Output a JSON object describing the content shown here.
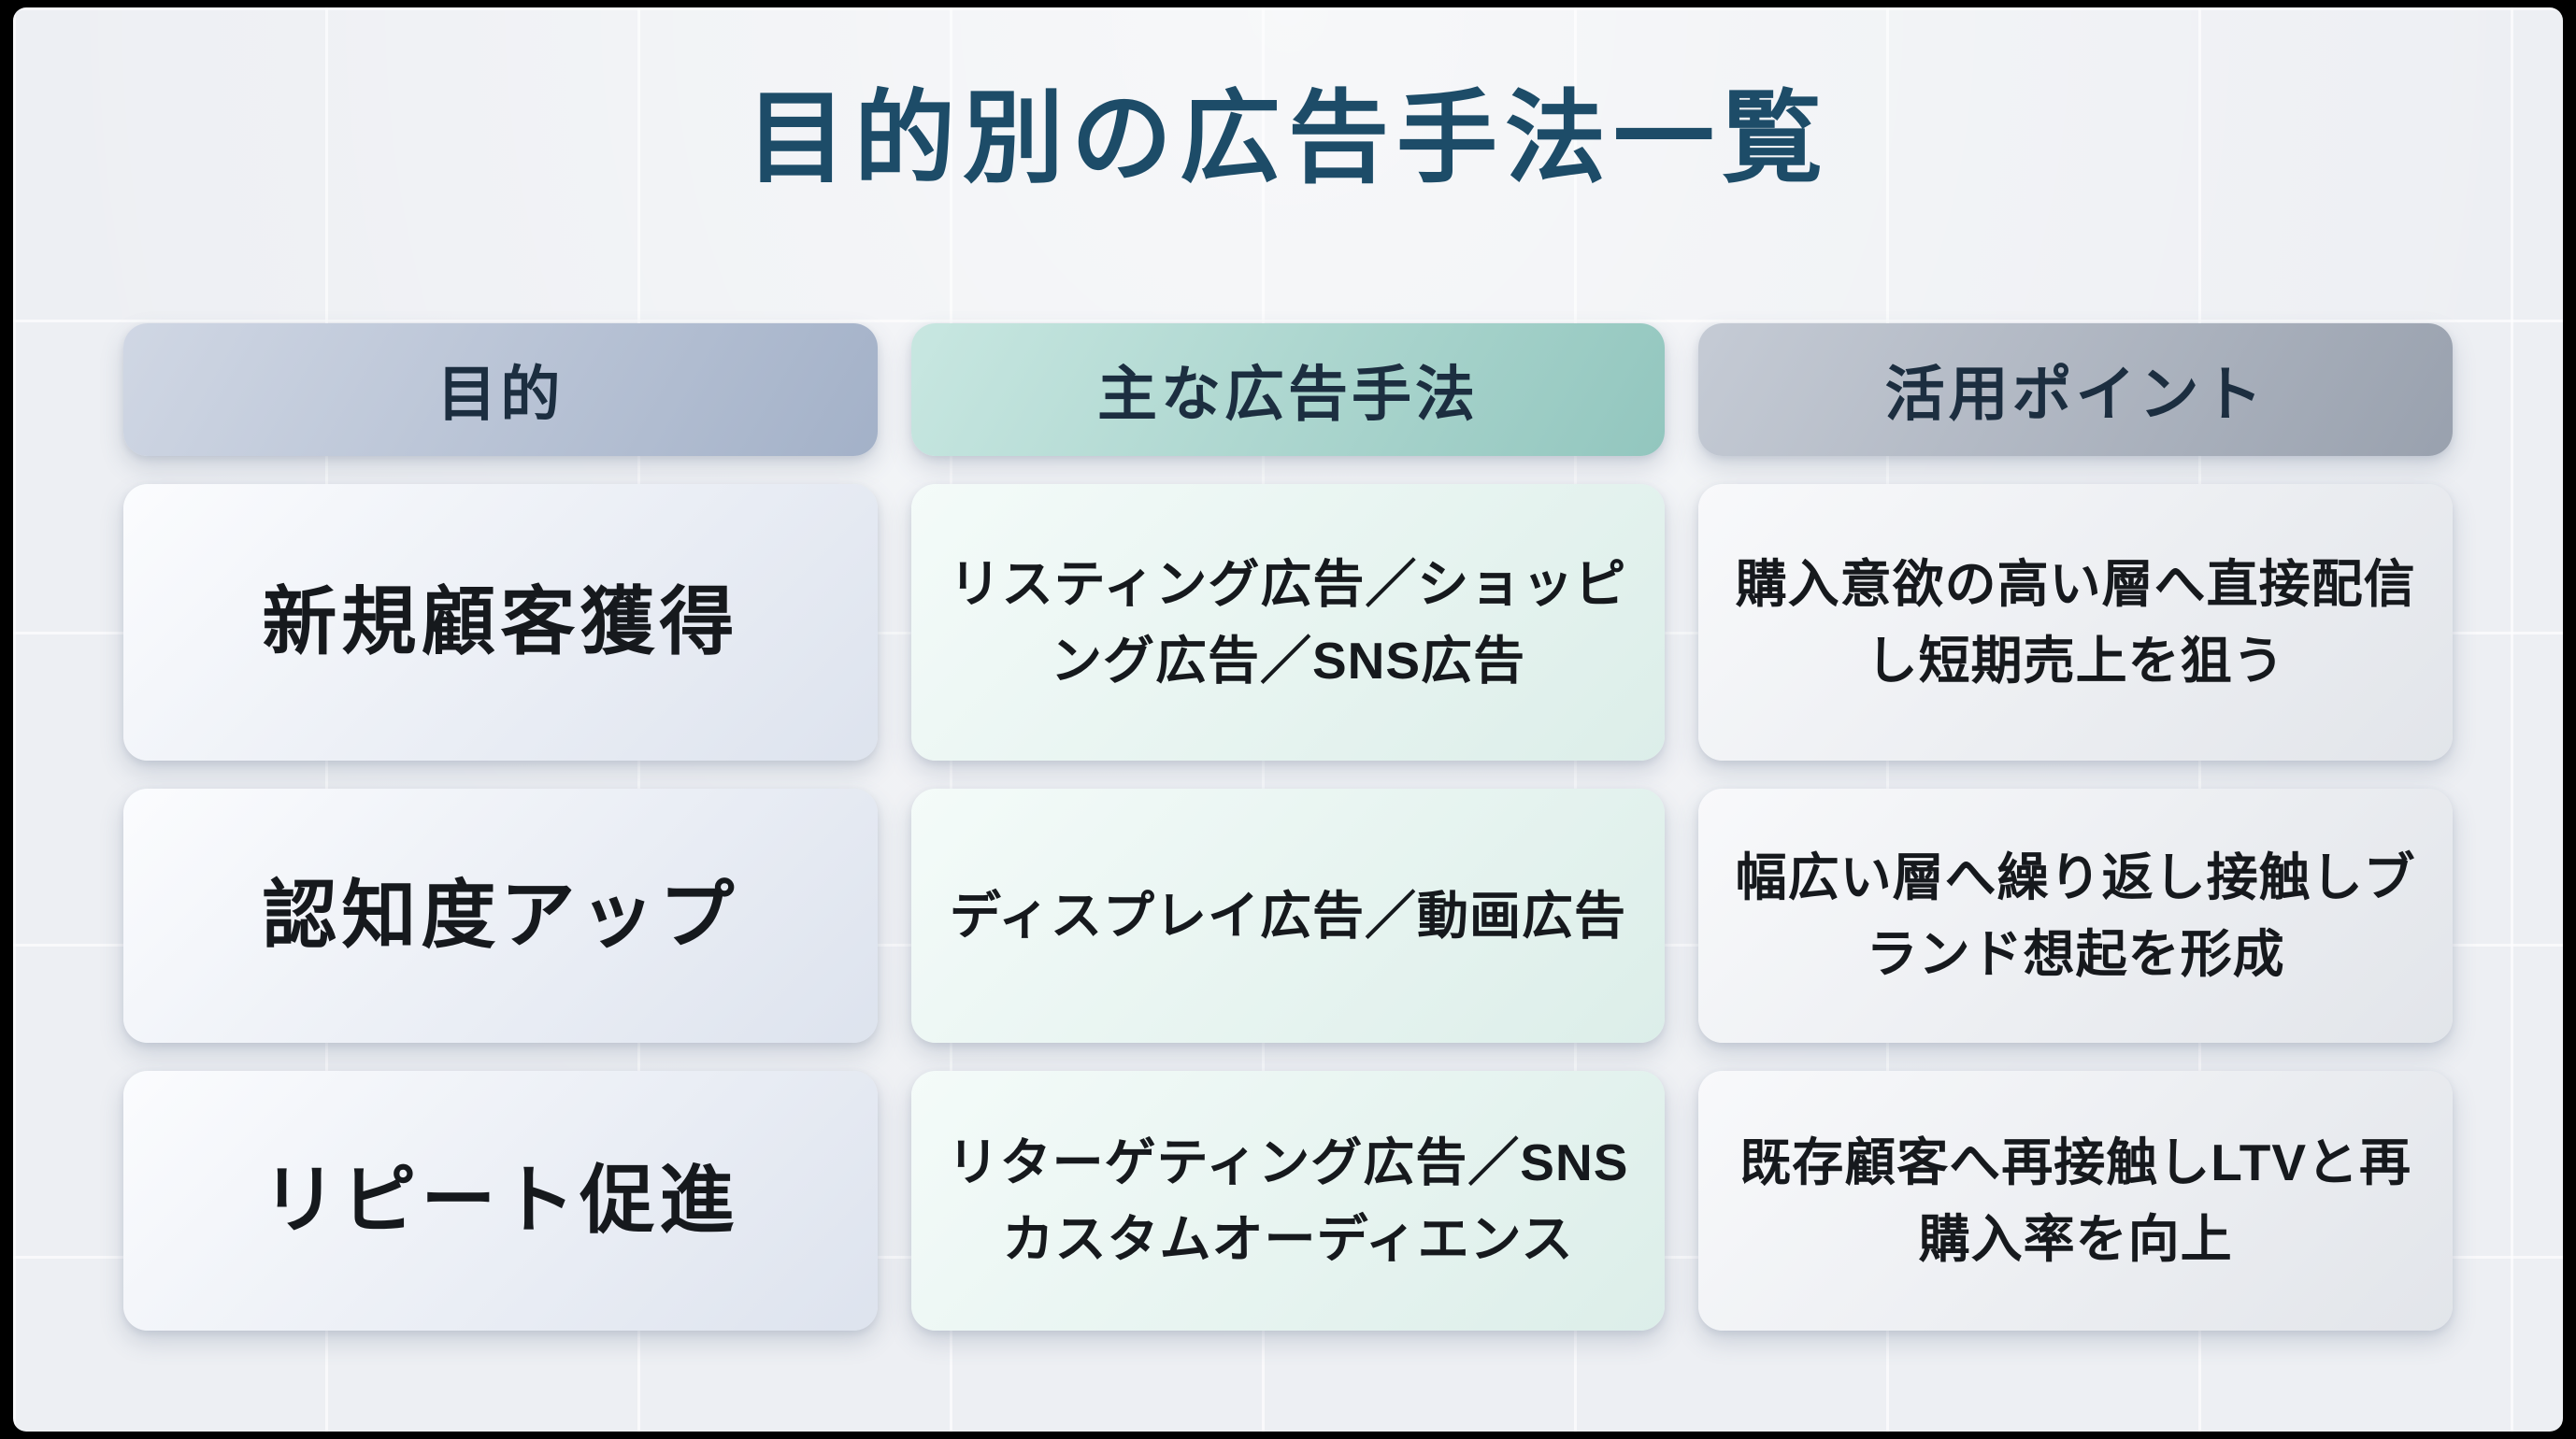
{
  "slide": {
    "title": "目的別の広告手法一覧"
  },
  "table": {
    "headers": {
      "purpose": "目的",
      "methods": "主な広告手法",
      "points": "活用ポイント"
    },
    "rows": [
      {
        "purpose": "新規顧客獲得",
        "methods": "リスティング広告／ショッピング広告／SNS広告",
        "points": "購入意欲の高い層へ直接配信し短期売上を狙う"
      },
      {
        "purpose": "認知度アップ",
        "methods": "ディスプレイ広告／動画広告",
        "points": "幅広い層へ繰り返し接触しブランド想起を形成"
      },
      {
        "purpose": "リピート促進",
        "methods": "リターゲティング広告／SNSカスタムオーディエンス",
        "points": "既存顧客へ再接触しLTVと再購入率を向上"
      }
    ]
  },
  "colors": {
    "frame": "#000000",
    "background": "#edeff3",
    "title_text": "#1d4c68",
    "header_purpose": "#a3b1c8",
    "header_methods": "#92c6be",
    "header_points": "#99a1ae",
    "body_purpose": "#dde3ee",
    "body_methods": "#dceee9",
    "body_points": "#e2e5ea",
    "body_text": "#16191d"
  }
}
